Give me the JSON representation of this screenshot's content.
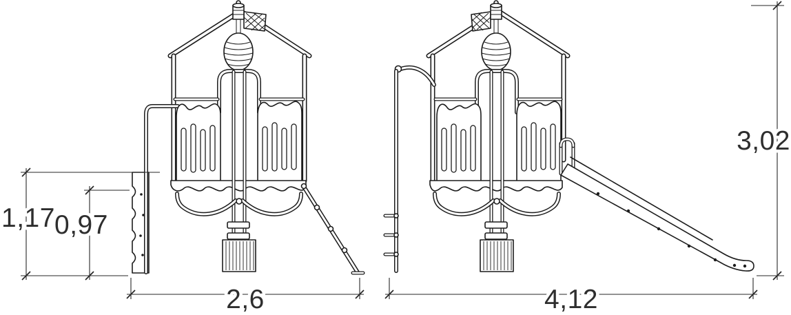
{
  "diagram": {
    "views": {
      "front": {
        "dims": {
          "height_outer": "1,17",
          "height_inner": "0,97",
          "width": "2,6"
        }
      },
      "side": {
        "dims": {
          "width": "4,12",
          "height": "3,02"
        }
      }
    },
    "colors": {
      "line": "#1c1c1c",
      "text": "#2e2e2e",
      "background": "#ffffff"
    }
  }
}
